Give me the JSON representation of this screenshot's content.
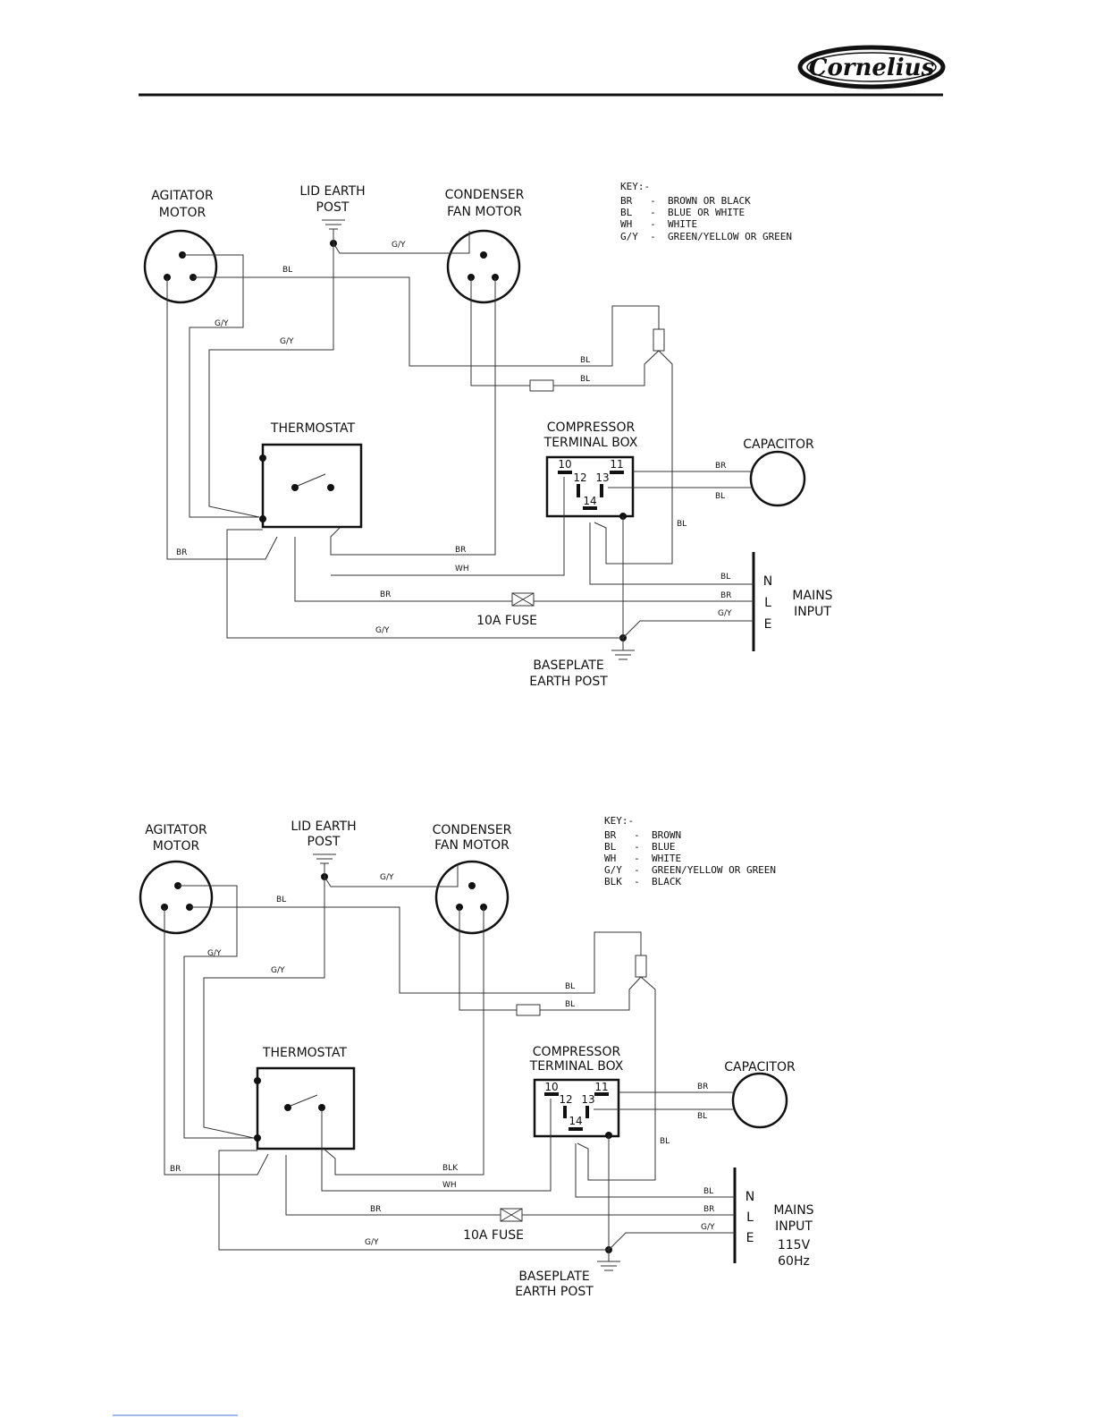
{
  "logo": {
    "text": "Cornelius"
  },
  "diagram1": {
    "agitator": [
      "AGITATOR",
      "MOTOR"
    ],
    "lid_earth": [
      "LID EARTH",
      "POST"
    ],
    "condenser": [
      "CONDENSER",
      "FAN MOTOR"
    ],
    "thermostat": "THERMOSTAT",
    "compressor": [
      "COMPRESSOR",
      "TERMINAL BOX"
    ],
    "capacitor": "CAPACITOR",
    "baseplate": [
      "BASEPLATE",
      "EARTH POST"
    ],
    "fuse": "10A FUSE",
    "mains": [
      "MAINS",
      "INPUT"
    ],
    "nle": [
      "N",
      "L",
      "E"
    ],
    "terminals": [
      "10",
      "11",
      "12",
      "13",
      "14"
    ],
    "key": [
      "KEY:-",
      "BR   -  BROWN OR BLACK",
      "BL   -  BLUE OR WHITE",
      "WH   -  WHITE",
      "G/Y  -  GREEN/YELLOW OR GREEN"
    ],
    "wires": {
      "gy": "G/Y",
      "bl": "BL",
      "br": "BR",
      "wh": "WH"
    }
  },
  "diagram2": {
    "agitator": [
      "AGITATOR",
      "MOTOR"
    ],
    "lid_earth": [
      "LID EARTH",
      "POST"
    ],
    "condenser": [
      "CONDENSER",
      "FAN MOTOR"
    ],
    "thermostat": "THERMOSTAT",
    "compressor": [
      "COMPRESSOR",
      "TERMINAL BOX"
    ],
    "capacitor": "CAPACITOR",
    "baseplate": [
      "BASEPLATE",
      "EARTH POST"
    ],
    "fuse": "10A FUSE",
    "mains": [
      "MAINS",
      "INPUT",
      "115V",
      "60Hz"
    ],
    "nle": [
      "N",
      "L",
      "E"
    ],
    "terminals": [
      "10",
      "11",
      "12",
      "13",
      "14"
    ],
    "key": [
      "KEY:-",
      "BR   -  BROWN",
      "BL   -  BLUE",
      "WH   -  WHITE",
      "G/Y  -  GREEN/YELLOW OR GREEN",
      "BLK  -  BLACK"
    ],
    "wires": {
      "gy": "G/Y",
      "bl": "BL",
      "br": "BR",
      "wh": "WH",
      "blk": "BLK"
    }
  }
}
